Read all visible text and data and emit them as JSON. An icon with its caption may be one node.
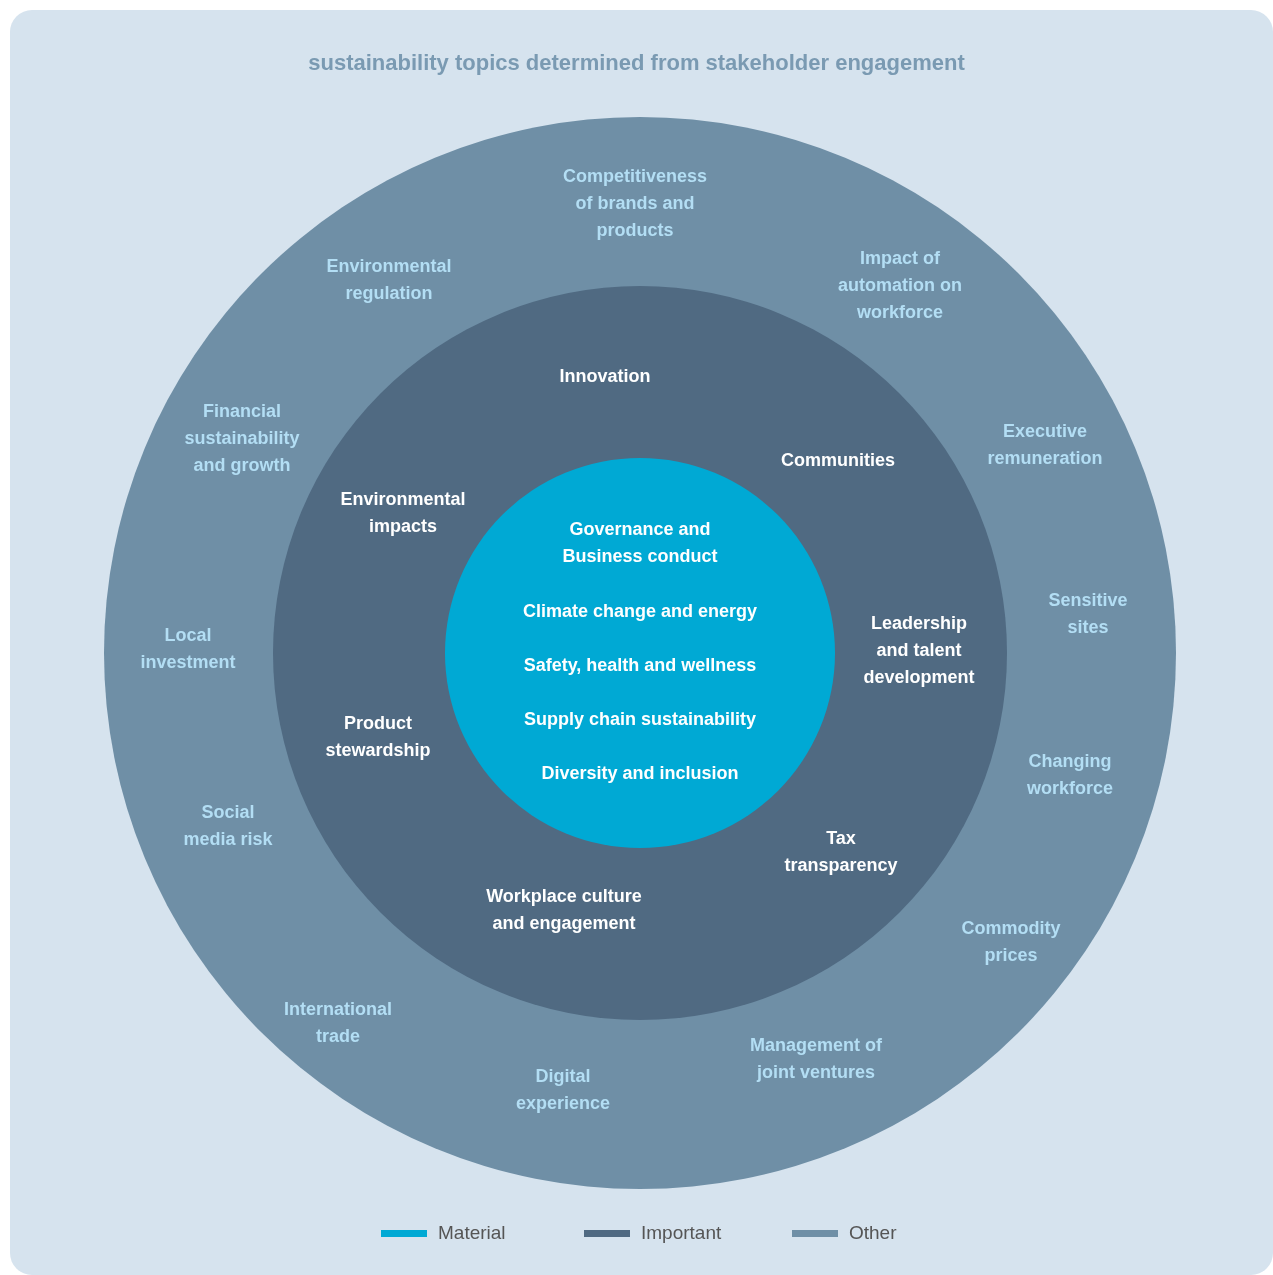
{
  "diagram": {
    "title": "sustainability topics determined from stakeholder engagement",
    "nodes": [
      {
        "text": [
          "Competitiveness of brands and products",
          "Environmental regulation",
          "Impact of automation on workforce",
          "Financial sustainability and growth",
          "Executive remuneration",
          "Sensitive sites",
          "Local investment",
          "Changing workforce",
          "Social media risk",
          "Commodity prices",
          "International trade",
          "Management of joint ventures",
          "Digital experience"
        ]
      },
      {
        "text": [
          "Innovation",
          "Communities",
          "Environmental impacts",
          "Leadership and talent development",
          "Product stewardship",
          "Tax transparency",
          "Workplace culture and engagement"
        ],
        "in": 0
      },
      {
        "text": [
          "Governance and Business conduct",
          "Climate change and energy",
          "Safety, health and wellness",
          "Supply chain sustainability",
          "Diversity and inclusion"
        ],
        "in": 1
      }
    ],
    "legend": [
      {
        "text": "Material",
        "color": "#00a9d4"
      },
      {
        "text": "Important",
        "color": "#506a82"
      },
      {
        "text": "Other",
        "color": "#6f8fa6"
      }
    ]
  }
}
